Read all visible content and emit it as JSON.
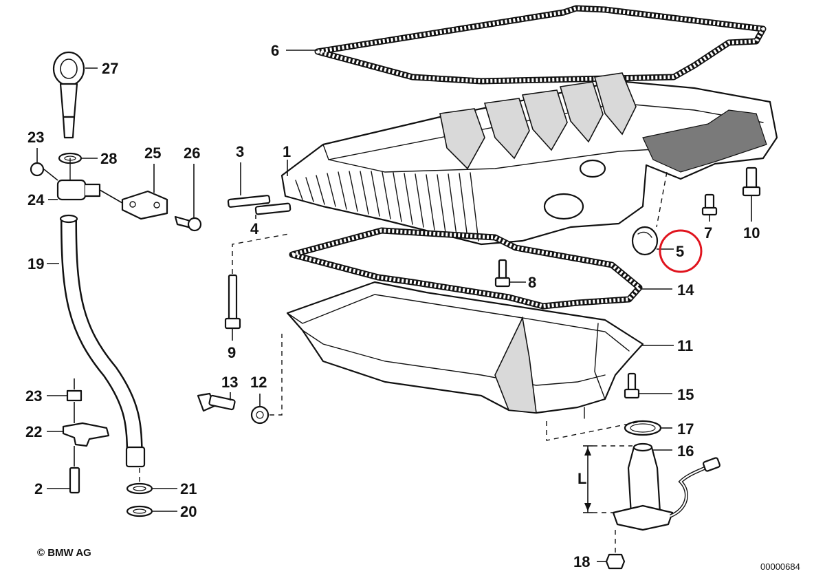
{
  "copyright": "© BMW AG",
  "drawing_number": "00000684",
  "dimension_label": "L",
  "highlight_color": "#e0141e",
  "highlighted_part": "5",
  "callouts": {
    "c1": "1",
    "c2": "2",
    "c3": "3",
    "c4": "4",
    "c5": "5",
    "c6": "6",
    "c7": "7",
    "c8": "8",
    "c9": "9",
    "c10": "10",
    "c11": "11",
    "c12": "12",
    "c13": "13",
    "c14": "14",
    "c15": "15",
    "c16": "16",
    "c17": "17",
    "c18": "18",
    "c19": "19",
    "c20": "20",
    "c21": "21",
    "c22": "22",
    "c23a": "23",
    "c23b": "23",
    "c24": "24",
    "c25": "25",
    "c26": "26",
    "c27": "27",
    "c28": "28"
  }
}
